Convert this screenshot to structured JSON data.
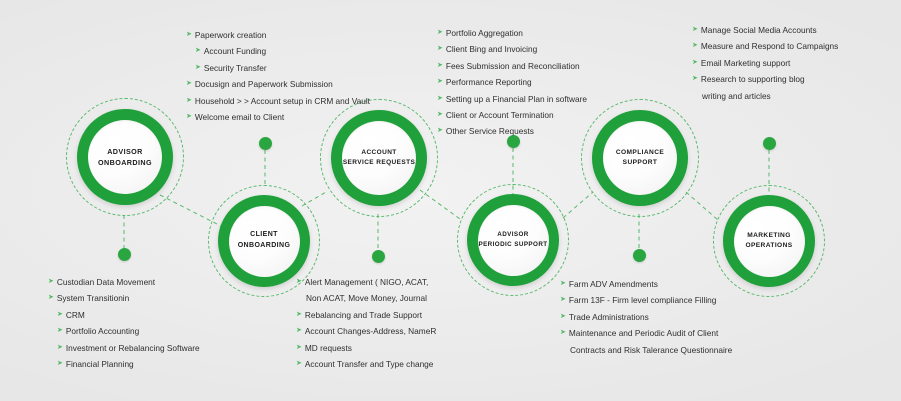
{
  "diagram": {
    "title": "Advisor Service Workflow Wheel",
    "accent_color": "#1fa03a",
    "dot_color": "#2aa641",
    "background_color": "#ececec",
    "bullet_glyph": "➤"
  },
  "nodes": [
    {
      "id": "advisor-onboarding",
      "line1": "ADVISOR",
      "line2": "ONBOARDING"
    },
    {
      "id": "client-onboarding",
      "line1": "CLIENT",
      "line2": "ONBOARDING"
    },
    {
      "id": "account-service-requests",
      "line1": "ACCOUNT",
      "line2": "SERVICE REQUESTS"
    },
    {
      "id": "advisor-periodic-support",
      "line1": "ADVISOR",
      "line2": "PERIODIC SUPPORT"
    },
    {
      "id": "compliance-support",
      "line1": "COMPLIANCE",
      "line2": "SUPPORT"
    },
    {
      "id": "marketing-operations",
      "line1": "MARKETING",
      "line2": "OPERATIONS"
    }
  ],
  "lists": {
    "advisor_onboarding": [
      {
        "text": "Paperwork creation",
        "style": "bullet"
      },
      {
        "text": "Account Funding",
        "style": "indent"
      },
      {
        "text": "Security Transfer",
        "style": "indent"
      },
      {
        "text": "Docusign and Paperwork Submission",
        "style": "bullet"
      },
      {
        "text": "Household > > Account setup in CRM and Vault",
        "style": "bullet"
      },
      {
        "text": "Welcome email to Client",
        "style": "bullet"
      }
    ],
    "account_service_requests": [
      {
        "text": "Portfolio Aggregation",
        "style": "bullet"
      },
      {
        "text": "Client Bing and Invoicing",
        "style": "bullet"
      },
      {
        "text": "Fees Submission and Reconciliation",
        "style": "bullet"
      },
      {
        "text": "Performance Reporting",
        "style": "bullet"
      },
      {
        "text": "Setting up a Financial Plan in software",
        "style": "bullet"
      },
      {
        "text": "Client or Account Termination",
        "style": "bullet"
      },
      {
        "text": "Other Service Requests",
        "style": "bullet"
      }
    ],
    "marketing_operations": [
      {
        "text": "Manage Social Media Accounts",
        "style": "bullet"
      },
      {
        "text": "Measure and Respond to Campaigns",
        "style": "bullet"
      },
      {
        "text": "Email Marketing support",
        "style": "bullet"
      },
      {
        "text": "Research to supporting blog",
        "style": "bullet"
      },
      {
        "text": "writing and articles",
        "style": "cont"
      }
    ],
    "client_onboarding": [
      {
        "text": "Custodian Data Movement",
        "style": "bullet"
      },
      {
        "text": "System Transitionin",
        "style": "bullet"
      },
      {
        "text": "CRM",
        "style": "indent"
      },
      {
        "text": "Portfolio Accounting",
        "style": "indent"
      },
      {
        "text": "Investment or Rebalancing Software",
        "style": "indent"
      },
      {
        "text": "Financial Planning",
        "style": "indent"
      }
    ],
    "advisor_periodic_support": [
      {
        "text": "Alert Management ( NIGO, ACAT,",
        "style": "bullet"
      },
      {
        "text": "Non ACAT, Move Money, Journal",
        "style": "cont"
      },
      {
        "text": "Rebalancing and Trade Support",
        "style": "bullet"
      },
      {
        "text": "Account Changes-Address, NameR",
        "style": "bullet"
      },
      {
        "text": "MD requests",
        "style": "bullet"
      },
      {
        "text": "Account Transfer and Type change",
        "style": "bullet"
      }
    ],
    "compliance_support": [
      {
        "text": "Farm ADV Amendments",
        "style": "bullet"
      },
      {
        "text": "Farm 13F - Firm level compliance Filling",
        "style": "bullet"
      },
      {
        "text": "Trade Administrations",
        "style": "bullet"
      },
      {
        "text": "Maintenance and Periodic Audit of Client",
        "style": "bullet"
      },
      {
        "text": "Contracts and Risk Talerance Questionnaire",
        "style": "cont"
      }
    ]
  }
}
